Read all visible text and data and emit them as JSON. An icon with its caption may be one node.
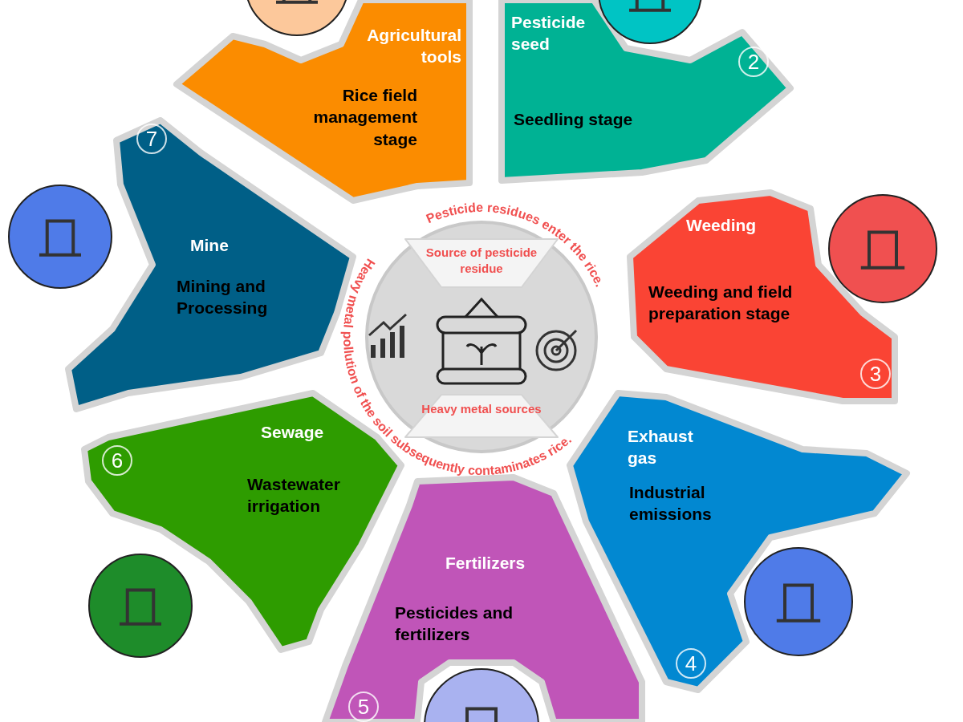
{
  "diagram": {
    "nodes": [
      {
        "text": [],
        "shape": "circle"
      },
      {
        "text": [
          "Source of pesticide residue"
        ],
        "in": 0
      },
      {
        "text": [
          "Heavy metal sources"
        ],
        "in": 0
      },
      {
        "text": [
          "Agricultural tools",
          "Rice field management stage"
        ]
      },
      {
        "text": [
          "Pesticide seed",
          "Seedling stage",
          "2"
        ]
      },
      {
        "text": [
          "Weeding",
          "Weeding and field preparation stage",
          "3"
        ]
      },
      {
        "text": [
          "Exhaust gas",
          "Industrial emissions",
          "4"
        ]
      },
      {
        "text": [
          "Fertilizers",
          "Pesticides and fertilizers",
          "5"
        ]
      },
      {
        "text": [
          "Sewage",
          "Wastewater irrigation",
          "6"
        ]
      },
      {
        "text": [
          "Mine",
          "Mining and Processing",
          "7"
        ]
      },
      {
        "text": [],
        "shape": "picture"
      },
      {
        "text": [],
        "shape": "picture"
      },
      {
        "text": [],
        "shape": "picture"
      },
      {
        "text": [],
        "shape": "picture"
      },
      {
        "text": [],
        "shape": "picture"
      },
      {
        "text": [],
        "shape": "picture"
      },
      {
        "text": [],
        "shape": "picture"
      }
    ],
    "edges": [],
    "labels": [
      "Pesticide residues enter the rice.",
      "Heavy metal pollution of the soil subsequently contaminates rice."
    ]
  }
}
